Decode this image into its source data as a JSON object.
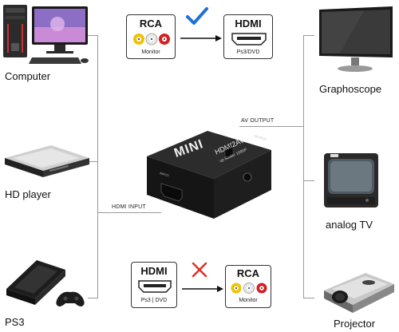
{
  "devices": {
    "computer": "Computer",
    "hd_player": "HD player",
    "ps3": "PS3",
    "graphoscope": "Graphoscope",
    "analog_tv": "analog TV",
    "projector": "Projector"
  },
  "connections": {
    "av_output": "AV OUTPUT",
    "hdmi_input": "HDMI INPUT"
  },
  "top_example": {
    "source_title": "RCA",
    "source_sub": "Monitor",
    "target_title": "HDMI",
    "target_sub": "Ps3/DVD",
    "status_icon": "check-icon",
    "status_color": "#1e73d2"
  },
  "bottom_example": {
    "source_title": "HDMI",
    "source_sub": "Ps3 | DVD",
    "target_title": "RCA",
    "target_sub": "Monitor",
    "status_icon": "cross-icon",
    "status_color": "#e0302a"
  },
  "converter": {
    "brand": "MINI",
    "model": "HDMI2AV",
    "sub": "up Scaler 1080P",
    "input_label": "INPUT",
    "output_label": "OUTPUT"
  },
  "colors": {
    "rca_yellow": "#f2c200",
    "rca_white": "#e8e8e8",
    "rca_red": "#d32020",
    "line": "#9a9a9a"
  }
}
